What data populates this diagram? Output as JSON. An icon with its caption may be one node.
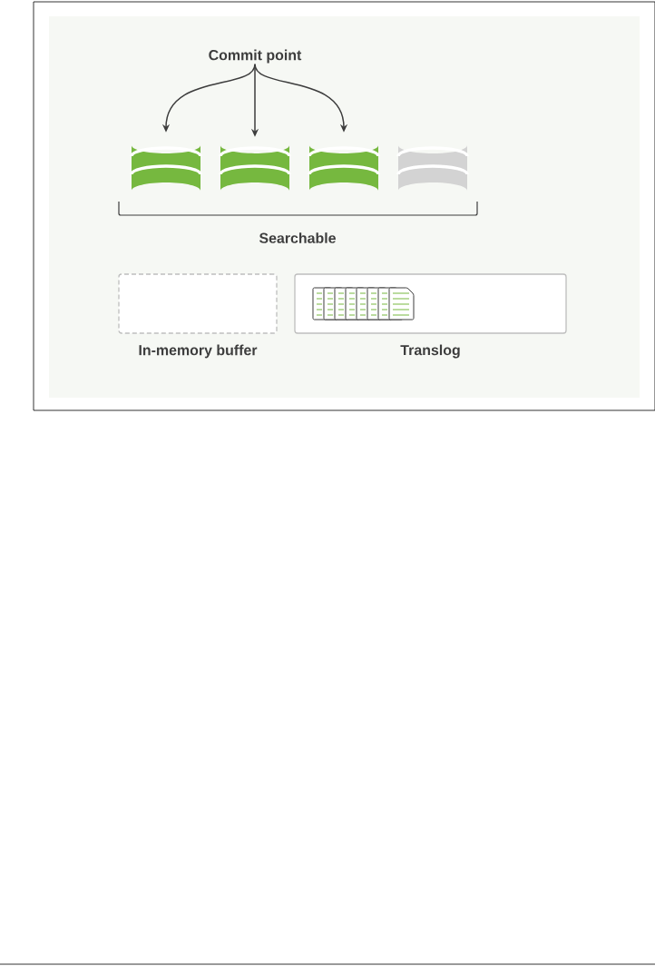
{
  "diagram": {
    "nodes": [
      {
        "text": [
          "Commit point"
        ]
      },
      {
        "text": [],
        "shape": "cylinder"
      },
      {
        "text": [],
        "shape": "cylinder"
      },
      {
        "text": [],
        "shape": "cylinder"
      },
      {
        "text": [],
        "shape": "cylinder"
      },
      {
        "text": [
          "In-memory buffer"
        ]
      },
      {
        "text": [
          "Translog"
        ]
      }
    ],
    "edges": [
      {
        "from": 0,
        "to": 1,
        "arrow": "to"
      },
      {
        "from": 0,
        "to": 2,
        "arrow": "to"
      },
      {
        "from": 0,
        "to": 3,
        "arrow": "to"
      }
    ],
    "labels": [
      "Searchable"
    ]
  }
}
